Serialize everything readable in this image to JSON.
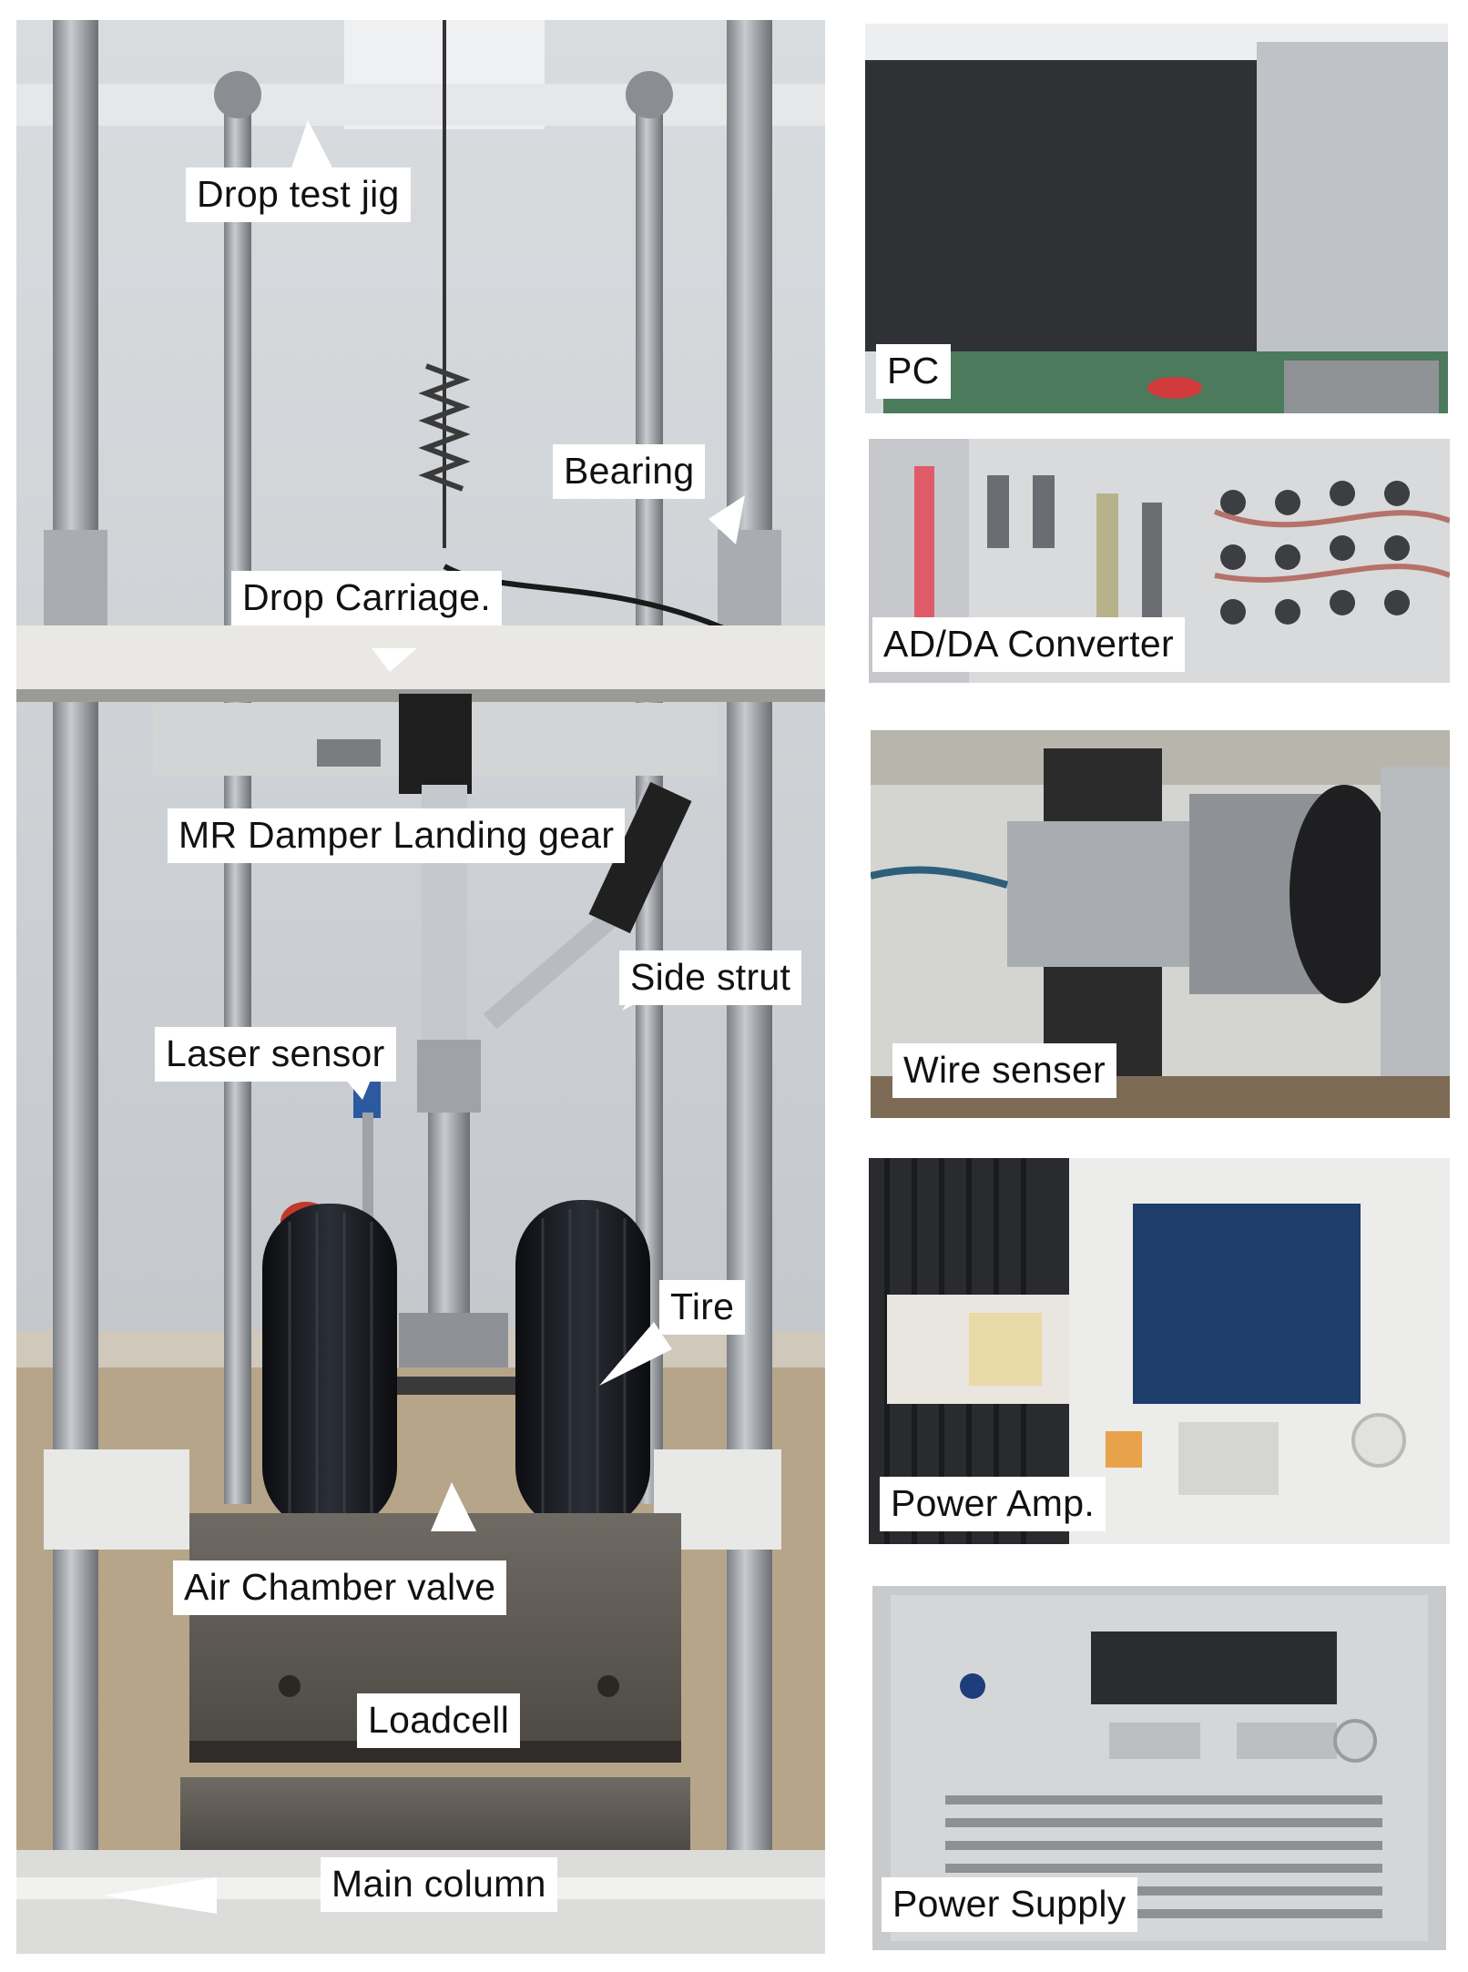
{
  "main_photo": {
    "labels": {
      "drop_test_jig": "Drop test jig",
      "bearing": "Bearing",
      "drop_carriage": "Drop Carriage.",
      "mr_damper_landing_gear": "MR Damper Landing gear",
      "side_strut": "Side strut",
      "laser_sensor": "Laser sensor",
      "tire": "Tire",
      "air_chamber_valve": "Air Chamber valve",
      "loadcell": "Loadcell",
      "main_column": "Main column"
    }
  },
  "side_photos": {
    "pc": "PC",
    "ad_da_converter": "AD/DA Converter",
    "wire_sensor": "Wire senser",
    "power_amp": "Power Amp.",
    "power_supply": "Power Supply"
  }
}
